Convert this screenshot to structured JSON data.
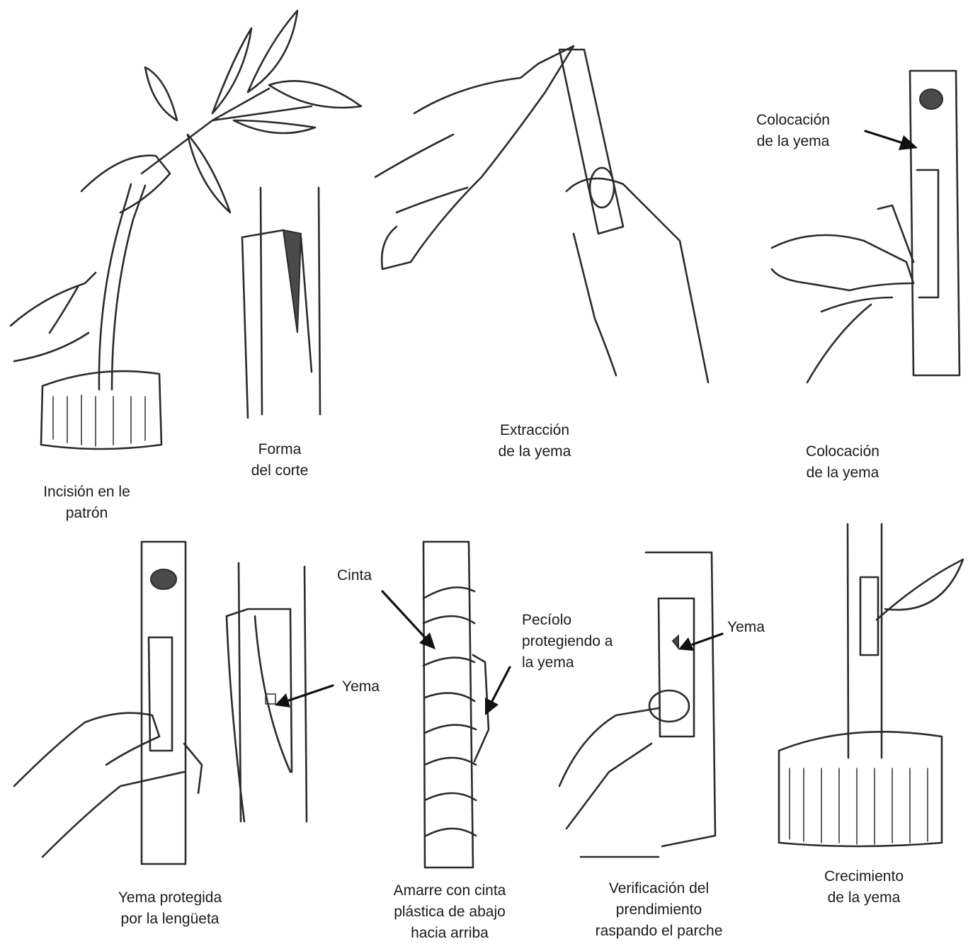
{
  "captions": {
    "incision": "Incisión en le\npatrón",
    "forma": "Forma\ndel corte",
    "extraccion": "Extracción\nde la yema",
    "colocacion": "Colocación\nde la yema",
    "protegida": "Yema protegida\npor la lengüeta",
    "amarre": "Amarre con cinta\nplástica de abajo\nhacia arriba",
    "verificacion": "Verificación del\nprendimiento\nraspando el parche",
    "crecimiento": "Crecimiento\nde la yema"
  },
  "labels": {
    "colocacion_arrow": "Colocación\nde la yema",
    "yema_1": "Yema",
    "cinta": "Cinta",
    "peciolo": "Pecíolo\nprotegiendo a\nla yema",
    "yema_2": "Yema"
  }
}
